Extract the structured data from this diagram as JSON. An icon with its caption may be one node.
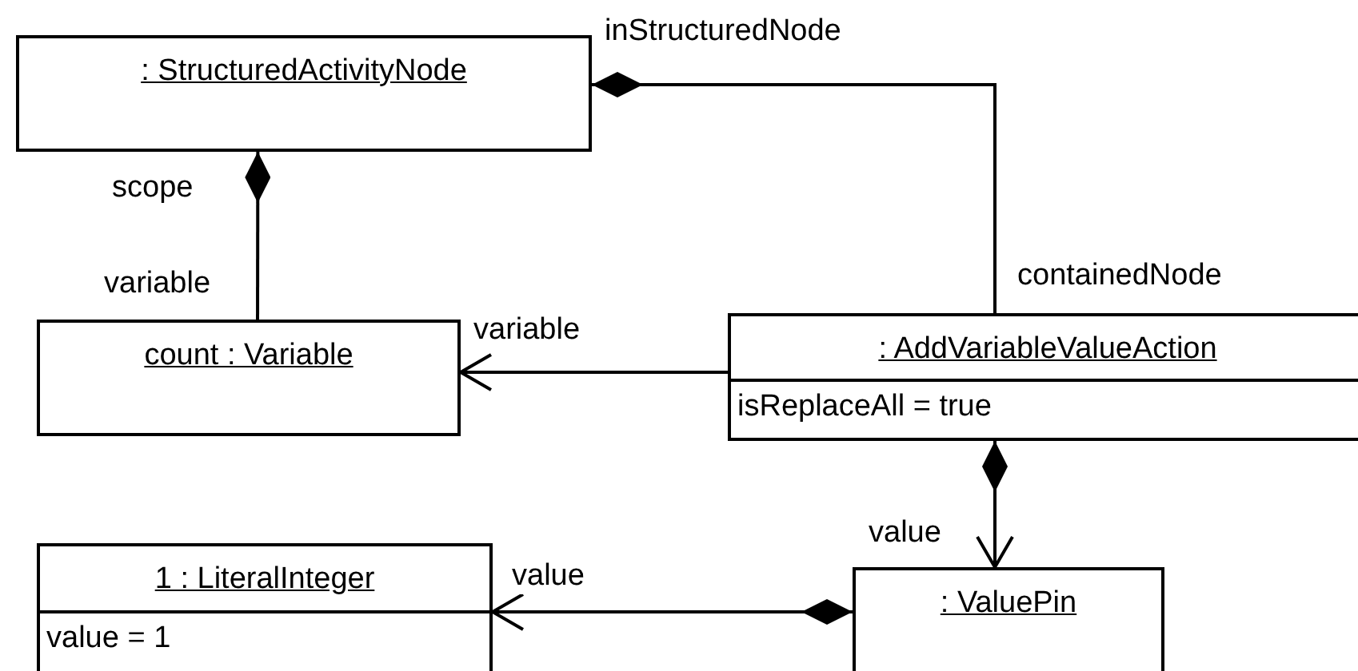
{
  "diagram": {
    "nodes": [
      {
        "text": [
          ": StructuredActivityNode"
        ]
      },
      {
        "text": [
          "count : Variable"
        ]
      },
      {
        "text": [
          ": AddVariableValueAction",
          "isReplaceAll = true"
        ]
      },
      {
        "text": [
          "1 : LiteralInteger",
          "value = 1"
        ]
      },
      {
        "text": [
          ": ValuePin"
        ]
      }
    ],
    "edges": [
      {
        "from": 0,
        "to": 1,
        "arrow": "other"
      },
      {
        "from": 0,
        "to": 2,
        "arrow": "other"
      },
      {
        "from": 2,
        "to": 1,
        "arrow": "to"
      },
      {
        "from": 2,
        "to": 4,
        "arrow": "to"
      },
      {
        "from": 4,
        "to": 3,
        "arrow": "to"
      }
    ],
    "labels": [
      "inStructuredNode",
      "scope",
      "variable",
      "containedNode",
      "variable",
      "value",
      "value"
    ]
  }
}
